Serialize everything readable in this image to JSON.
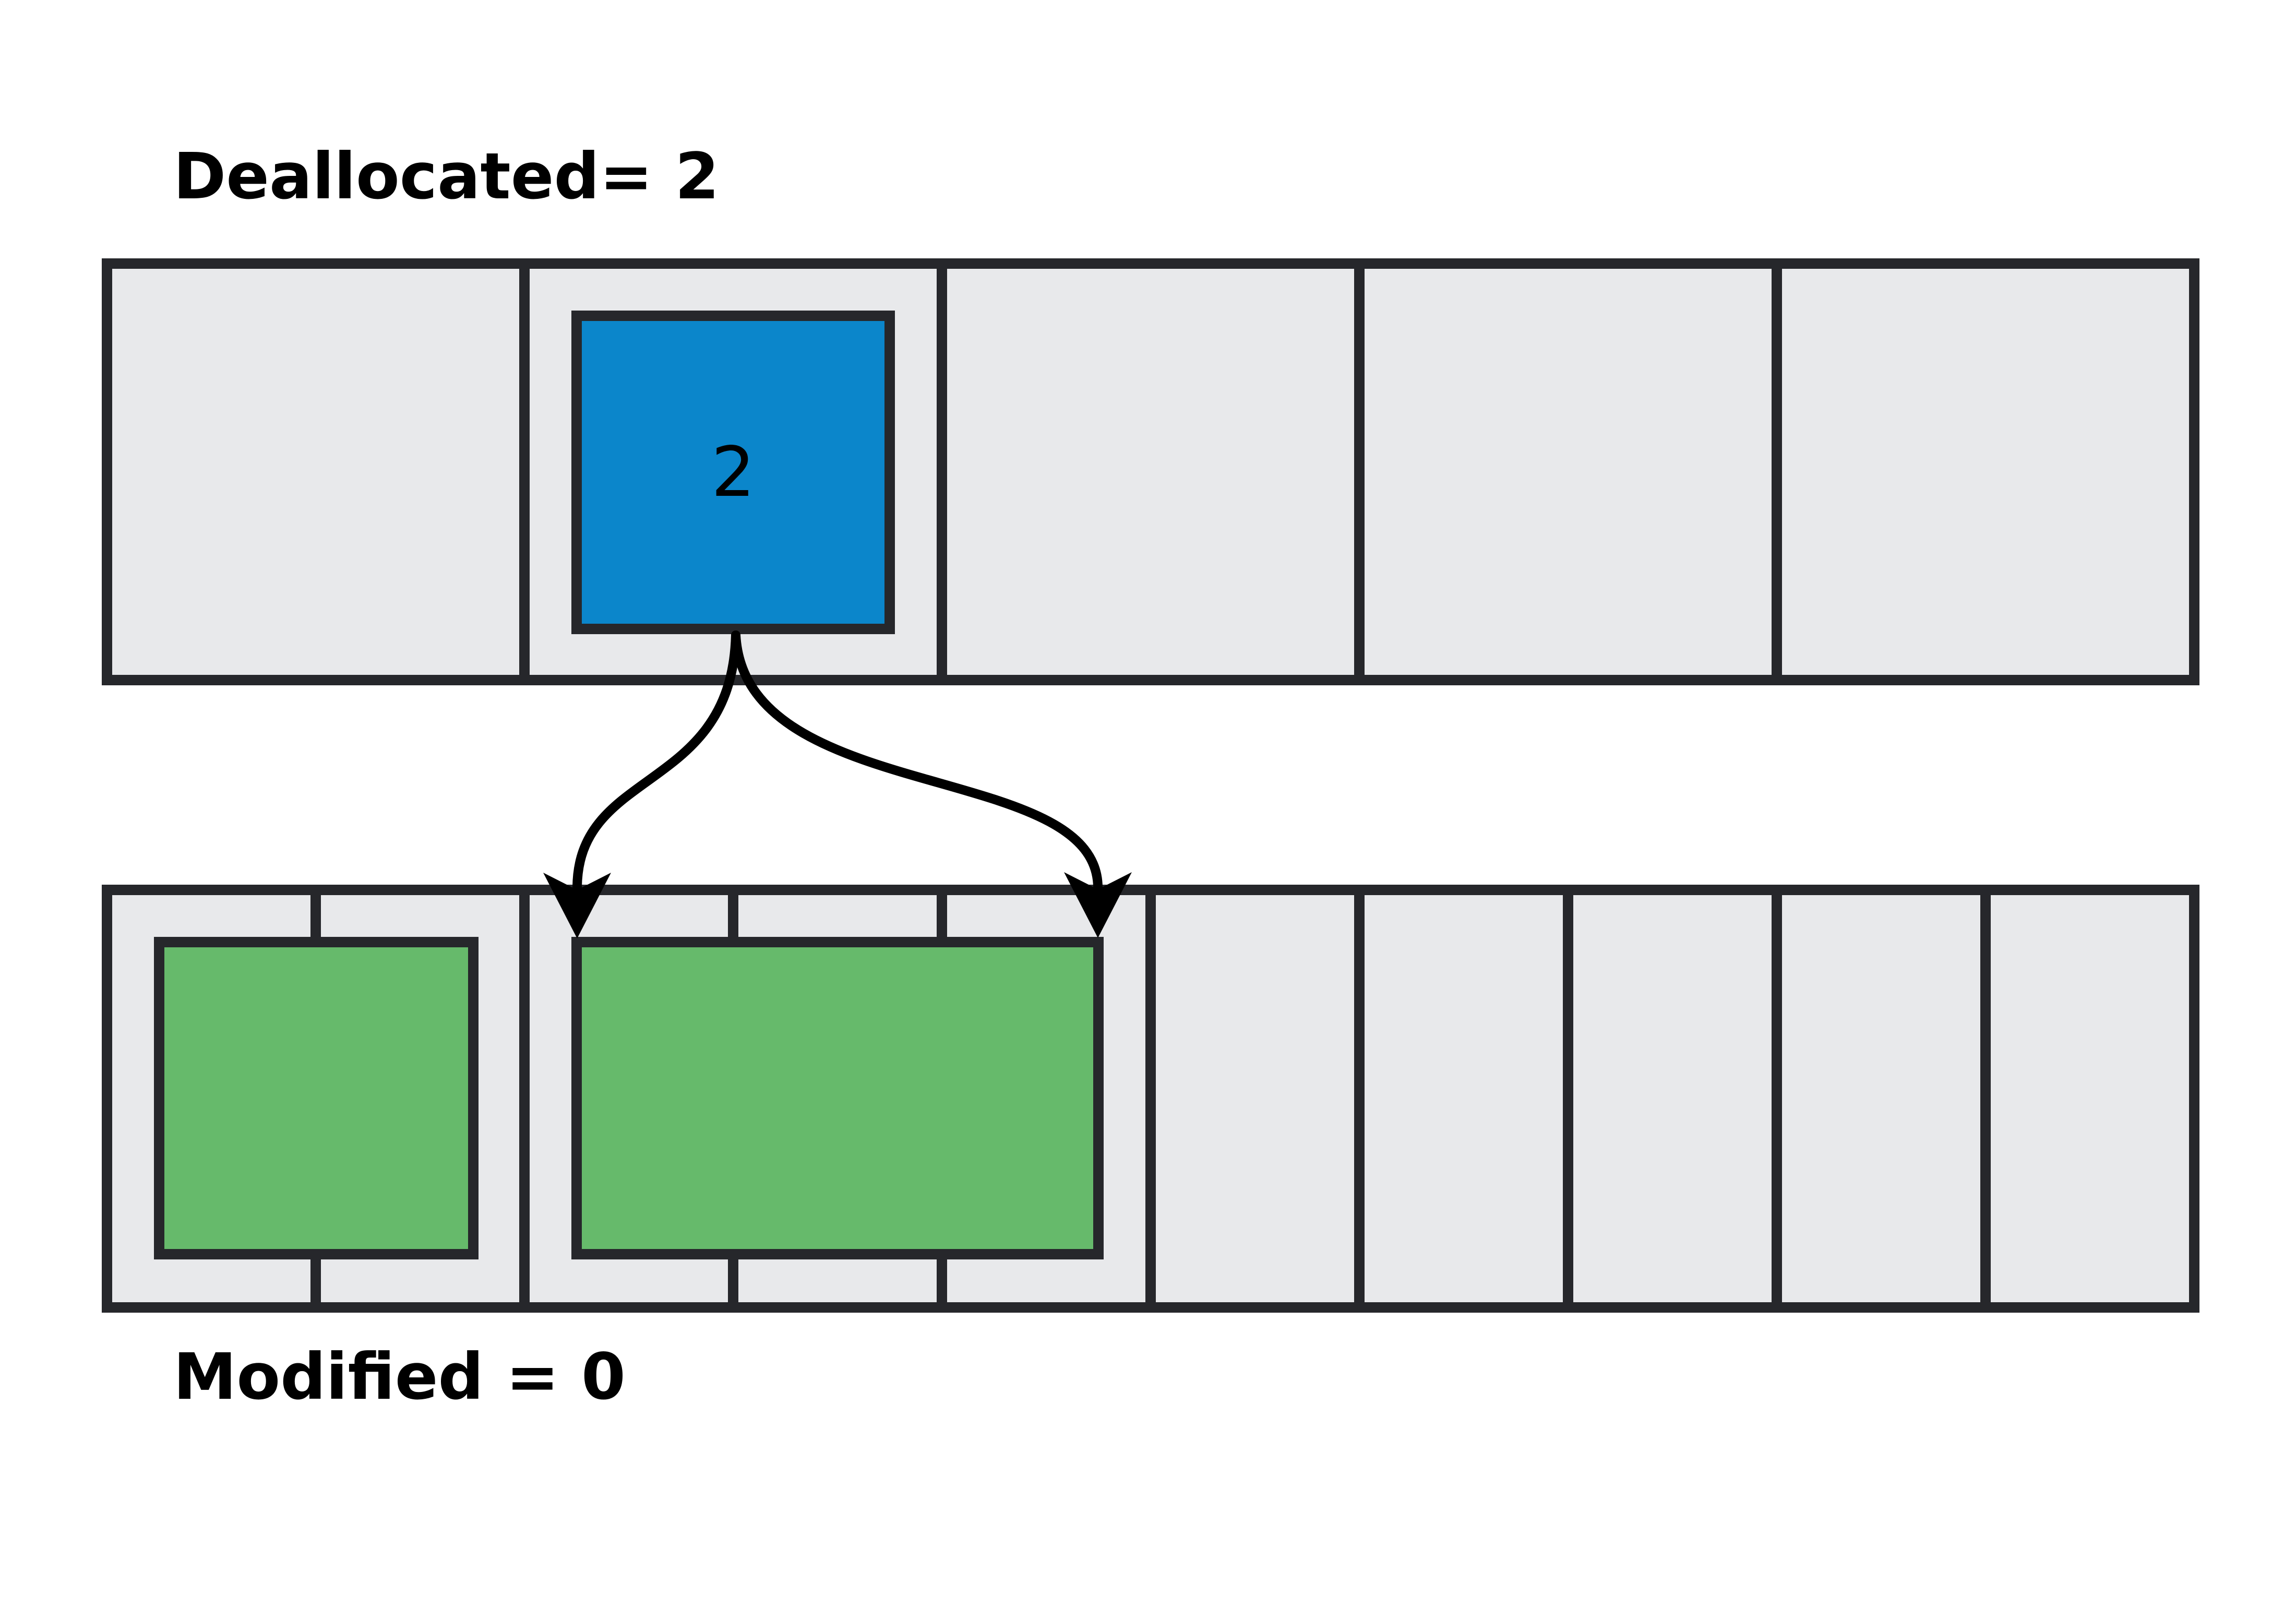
{
  "labels": {
    "deallocated": "Deallocated= 2",
    "modified": "Modified = 0"
  },
  "blocks": {
    "deallocated": {
      "label": "2",
      "color": "#0b86cb"
    },
    "allocated_1": {
      "label": "",
      "color": "#66ba6b"
    },
    "allocated_2": {
      "label": "",
      "color": "#66ba6b"
    }
  },
  "rows": {
    "top": {
      "cell_count": 5
    },
    "bottom": {
      "cell_count": 10
    }
  },
  "icons": {
    "arrow_left": "split-arrow-down-left",
    "arrow_right": "split-arrow-down-right"
  },
  "colors": {
    "background": "#ffffff",
    "cell_fill": "#e8e9eb",
    "border": "#26272b",
    "deallocated_block": "#0b86cb",
    "allocated_block": "#66ba6b",
    "text": "#000000",
    "arrow": "#000000"
  }
}
